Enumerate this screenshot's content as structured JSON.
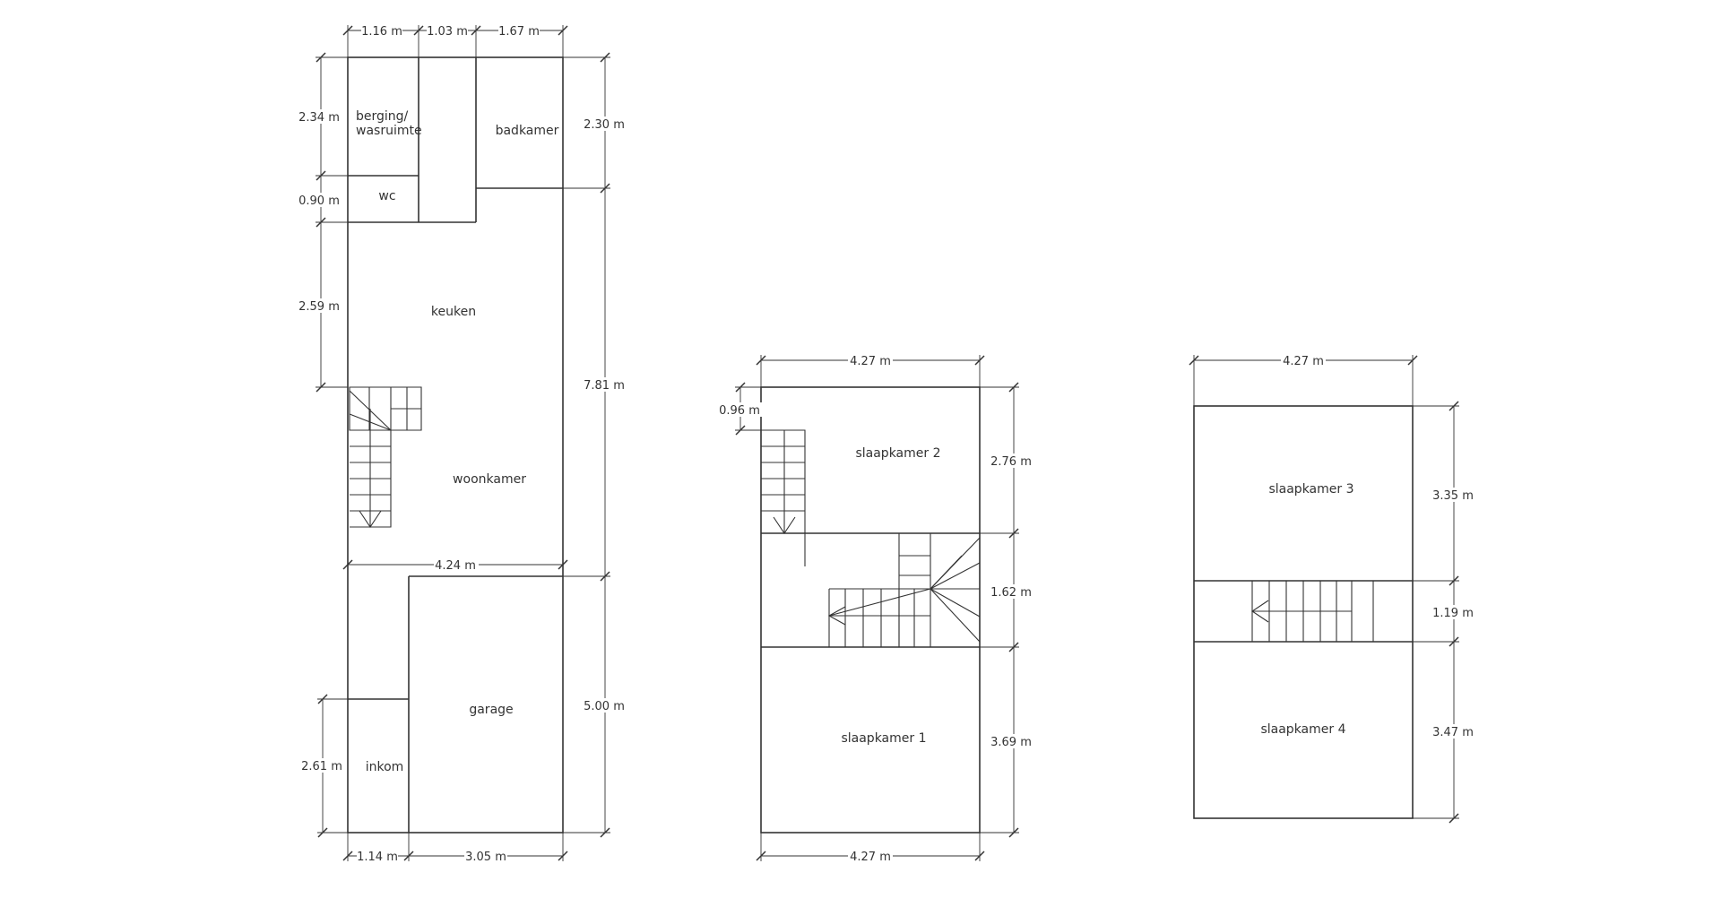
{
  "floors": [
    {
      "id": "ground",
      "rooms": {
        "berging": "berging/",
        "berging_2": "wasruimte",
        "wc": "wc",
        "badkamer": "badkamer",
        "keuken": "keuken",
        "woonkamer": "woonkamer",
        "garage": "garage",
        "inkom": "inkom"
      },
      "dimensions": {
        "top_1": "1.16 m",
        "top_2": "1.03 m",
        "top_3": "1.67 m",
        "left_berging": "2.34 m",
        "left_wc": "0.90 m",
        "left_keuken": "2.59 m",
        "right_badkamer": "2.30 m",
        "right_main": "7.81 m",
        "garage_width": "4.24 m",
        "right_garage": "5.00 m",
        "left_inkom": "2.61 m",
        "bottom_1": "1.14 m",
        "bottom_2": "3.05 m"
      }
    },
    {
      "id": "first",
      "rooms": {
        "slaapkamer2": "slaapkamer 2",
        "slaapkamer1": "slaapkamer 1"
      },
      "dimensions": {
        "top": "4.27 m",
        "left_stair": "0.96 m",
        "right_1": "2.76 m",
        "right_2": "1.62 m",
        "right_3": "3.69 m",
        "bottom": "4.27 m"
      }
    },
    {
      "id": "second",
      "rooms": {
        "slaapkamer3": "slaapkamer 3",
        "slaapkamer4": "slaapkamer 4"
      },
      "dimensions": {
        "top": "4.27 m",
        "right_1": "3.35 m",
        "right_2": "1.19 m",
        "right_3": "3.47 m"
      }
    }
  ]
}
